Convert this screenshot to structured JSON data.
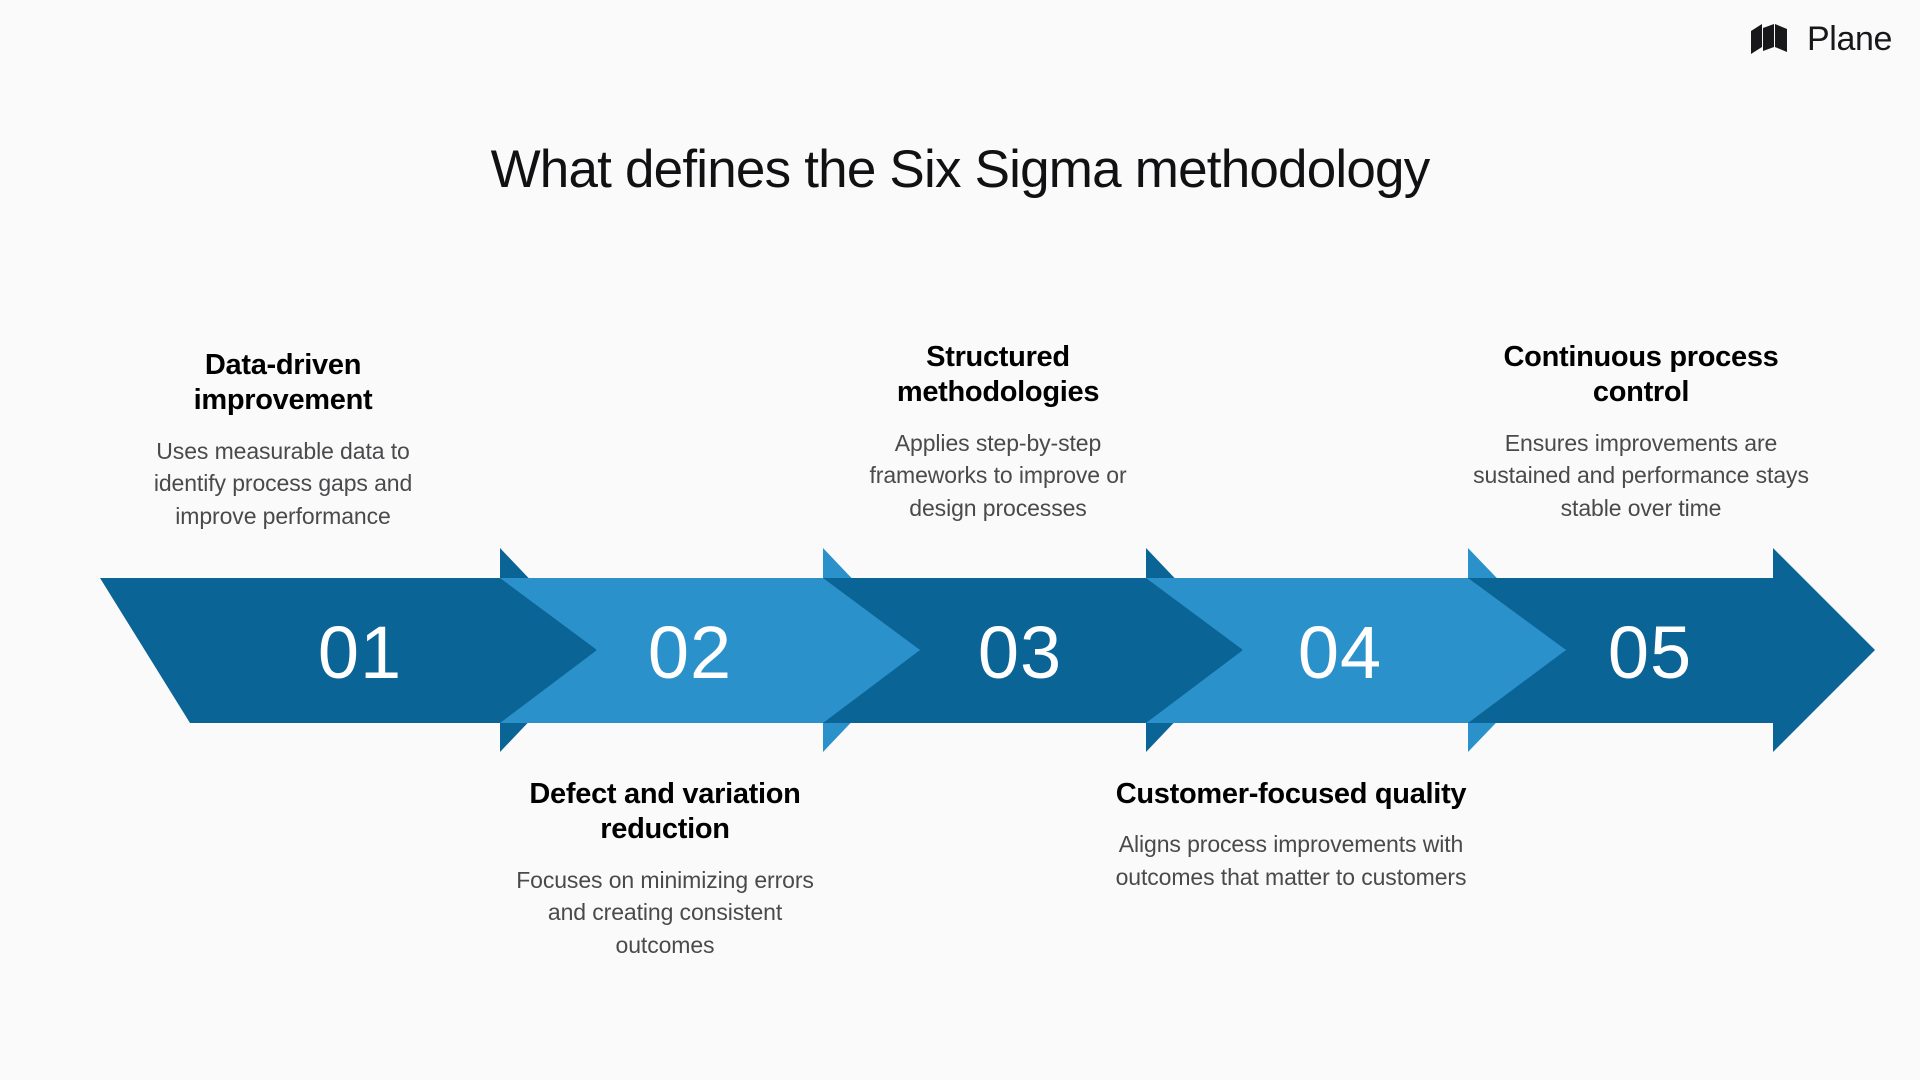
{
  "brand": {
    "name": "Plane",
    "mark_icon": "plane-logo-mark"
  },
  "header": {
    "title": "What defines the Six Sigma methodology"
  },
  "colors": {
    "background": "#FAFAFA",
    "arrow_dark": "#0A6496",
    "arrow_light": "#2B91CB",
    "number_text": "#FFFFFF",
    "title_text": "#111113",
    "card_title_text": "#000000",
    "card_desc_text": "#4A4A4D"
  },
  "steps": [
    {
      "number": "01",
      "title": "Data-driven improvement",
      "description": "Uses measurable data to identify process gaps and improve performance",
      "position": "above",
      "color": "#0A6496"
    },
    {
      "number": "02",
      "title": "Defect and variation reduction",
      "description": "Focuses on minimizing errors and creating consistent outcomes",
      "position": "below",
      "color": "#2B91CB"
    },
    {
      "number": "03",
      "title": "Structured methodologies",
      "description": "Applies step-by-step frameworks to improve or design processes",
      "position": "above",
      "color": "#0A6496"
    },
    {
      "number": "04",
      "title": "Customer-focused quality",
      "description": "Aligns process improvements with outcomes that matter to customers",
      "position": "below",
      "color": "#2B91CB"
    },
    {
      "number": "05",
      "title": "Continuous process control",
      "description": "Ensures improvements are sustained and performance stays stable over time",
      "position": "above",
      "color": "#0A6496"
    }
  ]
}
